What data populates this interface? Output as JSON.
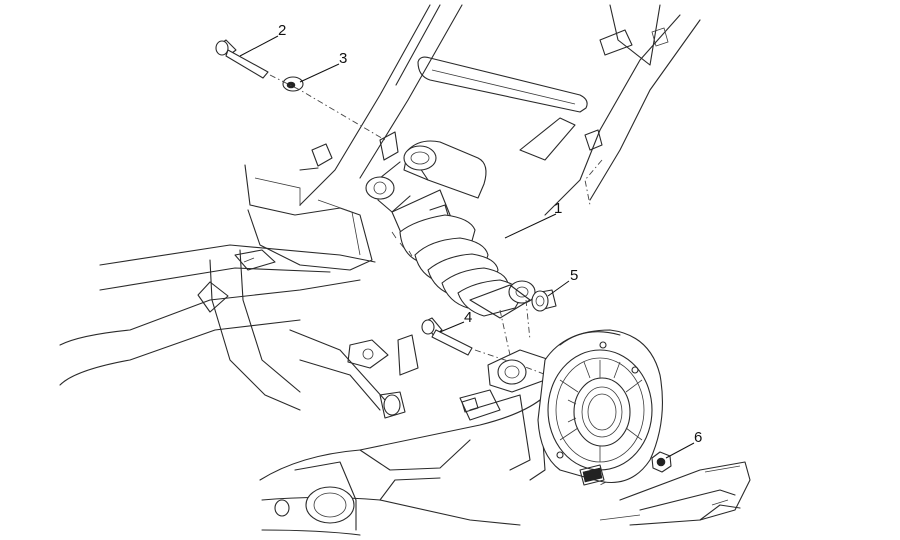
{
  "callouts": [
    {
      "id": "1",
      "label": "1"
    },
    {
      "id": "2",
      "label": "2"
    },
    {
      "id": "3",
      "label": "3"
    },
    {
      "id": "4",
      "label": "4"
    },
    {
      "id": "5",
      "label": "5"
    },
    {
      "id": "6",
      "label": "6"
    }
  ],
  "colors": {
    "line": "#2a2a2a",
    "background": "#ffffff"
  }
}
